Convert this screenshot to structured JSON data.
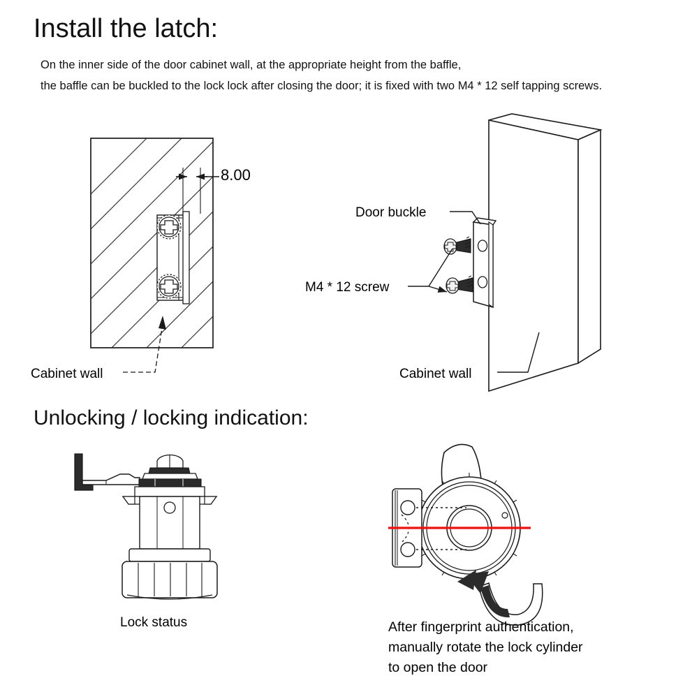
{
  "section_install": {
    "title": "Install the latch:",
    "body_lines": [
      "On the inner side of the door cabinet wall, at the appropriate height from the baffle,",
      "the baffle can be buckled to the lock lock after closing the door; it is fixed with two M4 * 12 self tapping screws."
    ],
    "left_view": {
      "dimension_label": "8.00",
      "cabinet_wall_label": "Cabinet wall"
    },
    "right_view": {
      "door_buckle_label": "Door buckle",
      "screw_label": "M4 * 12 screw",
      "cabinet_wall_label": "Cabinet wall"
    }
  },
  "section_unlocking": {
    "title": "Unlocking / locking indication:",
    "left_figure": {
      "caption": "Lock status"
    },
    "right_figure": {
      "caption_lines": [
        "After fingerprint authentication,",
        "manually rotate the lock cylinder",
        "to open the door"
      ]
    }
  },
  "colors": {
    "line": "#1a1a1a",
    "hatch": "#333333",
    "indicator_red": "#ee1111",
    "fill_dark": "#2b2b2b",
    "background": "#ffffff"
  },
  "icons": {
    "dimension_arrow": "dimension-arrow-icon",
    "leader_arrow": "leader-arrow-icon",
    "rotation_arrow": "rotation-arrow-icon",
    "phillips_screw": "phillips-screw-icon"
  }
}
